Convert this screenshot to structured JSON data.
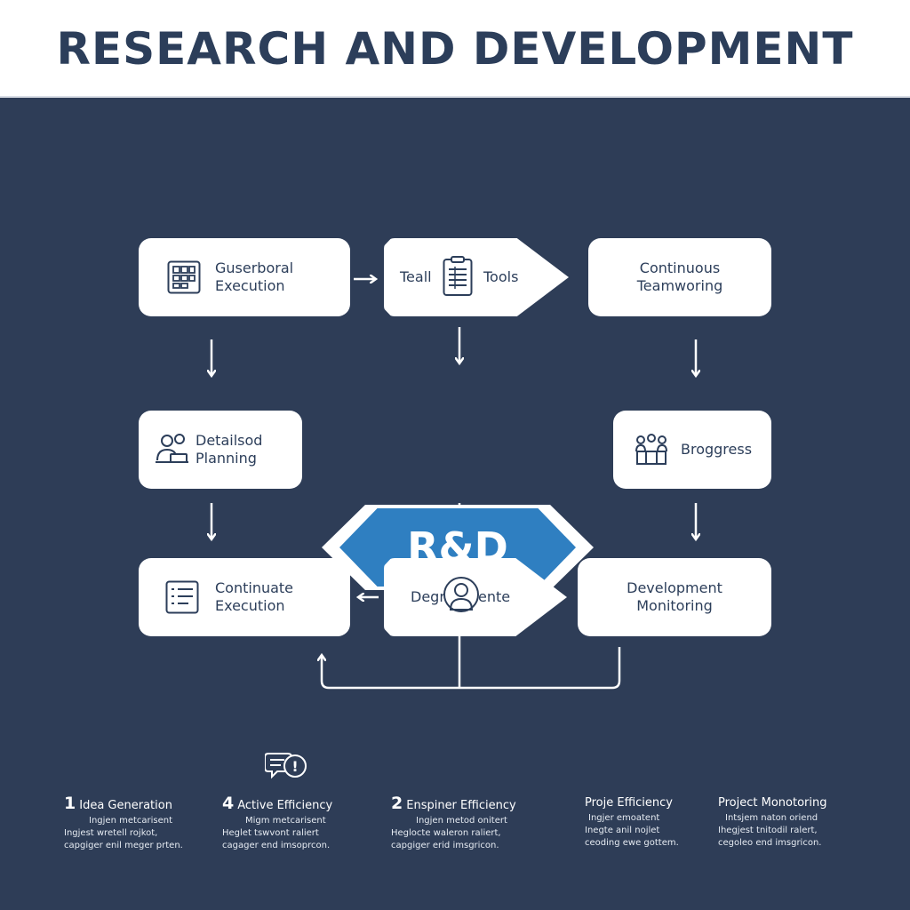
{
  "header": {
    "title": "RESEARCH AND DEVELOPMENT"
  },
  "center": {
    "label": "R&D"
  },
  "nodes": {
    "guserboral": {
      "line1": "Guserboral",
      "line2": "Execution",
      "icon": "grid-icon"
    },
    "teall_tools": {
      "left": "Teall",
      "right": "Tools",
      "icon": "spreadsheet-icon"
    },
    "continuous": {
      "line1": "Continuous",
      "line2": "Teamworing"
    },
    "detailed_planning": {
      "line1": "Detailsod",
      "line2": "Planning",
      "icon": "team-icon"
    },
    "broggress": {
      "label": "Broggress",
      "icon": "people-group-icon"
    },
    "continuate": {
      "line1": "Continuate",
      "line2": "Execution",
      "icon": "checklist-icon"
    },
    "degrente": {
      "left": "Degr",
      "right": "ente",
      "icon": "user-icon"
    },
    "dev_monitoring": {
      "line1": "Development",
      "line2": "Monitoring"
    }
  },
  "captions": [
    {
      "num": "1",
      "title": "Idea Generation",
      "l1": "Ingjen metcarisent",
      "l2": "Ingjest wretell rojkot,",
      "l3": "capgiger enil meger prten."
    },
    {
      "num": "4",
      "title": "Active Efficiency",
      "l1": "Migm metcarisent",
      "l2": "Heglet tswvont raliert",
      "l3": "cagager end imsoprcon."
    },
    {
      "num": "2",
      "title": "Enspiner Efficiency",
      "l1": "Ingjen metod onitert",
      "l2": "Heglocte waleron raliert,",
      "l3": "capgiger erid imsgricon."
    },
    {
      "num": "",
      "title": "Proje Efficiency",
      "l1": "Ingjer emoatent",
      "l2": "Inegte anil nojlet",
      "l3": "ceoding ewe gottem."
    },
    {
      "num": "",
      "title": "Project Monotoring",
      "l1": "Intsjem naton oriend",
      "l2": "Ihegjest tnitodil ralert,",
      "l3": "cegoleo end imsgricon."
    }
  ],
  "caption_icon": "chat-bubbles-icon",
  "colors": {
    "background": "#2e3d57",
    "accent": "#2f7fc1",
    "text": "#2c3e5a"
  }
}
